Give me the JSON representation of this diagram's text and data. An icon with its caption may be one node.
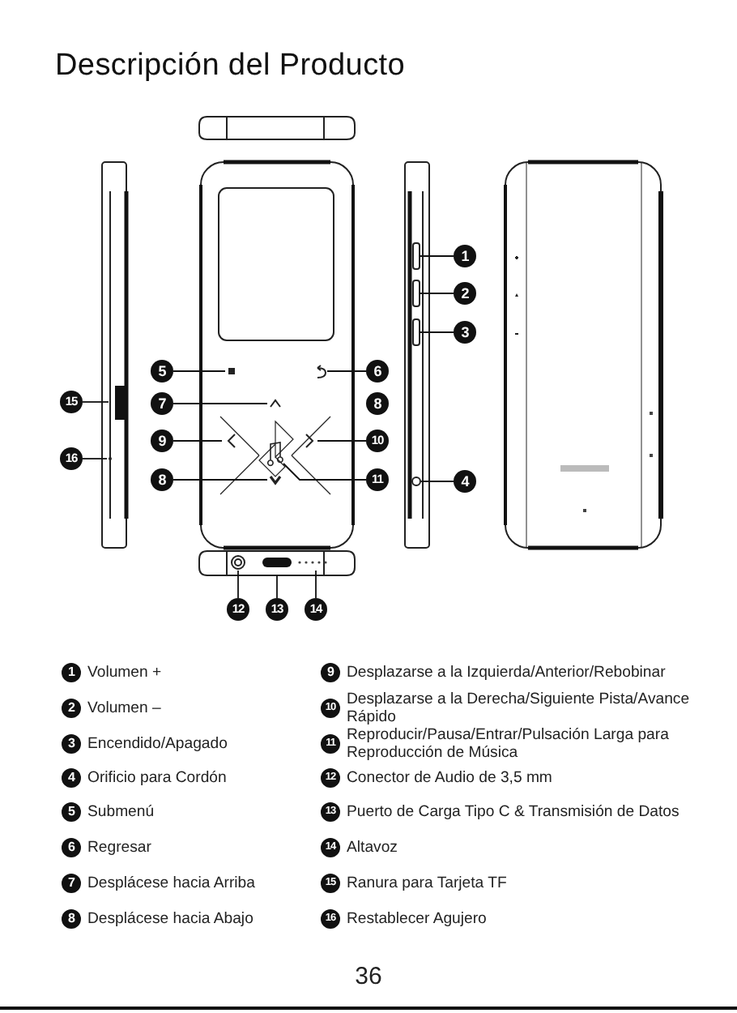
{
  "diagram": {
    "title": "Descripción del Producto",
    "nodes": [
      {
        "text": [
          "1"
        ]
      },
      {
        "text": [
          "2"
        ]
      },
      {
        "text": [
          "3"
        ]
      },
      {
        "text": [
          "4"
        ]
      },
      {
        "text": [
          "5"
        ]
      },
      {
        "text": [
          "6"
        ]
      },
      {
        "text": [
          "7"
        ]
      },
      {
        "text": [
          "8"
        ]
      },
      {
        "text": [
          "9"
        ]
      },
      {
        "text": [
          "10"
        ]
      },
      {
        "text": [
          "11"
        ]
      },
      {
        "text": [
          "12"
        ]
      },
      {
        "text": [
          "13"
        ]
      },
      {
        "text": [
          "14"
        ]
      },
      {
        "text": [
          "15"
        ]
      },
      {
        "text": [
          "16"
        ]
      },
      {
        "text": [
          "8"
        ]
      }
    ],
    "edges": [
      {
        "from": 0,
        "to": null,
        "arrow": "none"
      },
      {
        "from": 1,
        "to": null,
        "arrow": "none"
      },
      {
        "from": 2,
        "to": null,
        "arrow": "none"
      },
      {
        "from": 3,
        "to": null,
        "arrow": "none"
      },
      {
        "from": 4,
        "to": null,
        "arrow": "none"
      },
      {
        "from": 5,
        "to": null,
        "arrow": "none"
      },
      {
        "from": 6,
        "to": null,
        "arrow": "none"
      },
      {
        "from": 7,
        "to": null,
        "arrow": "none"
      },
      {
        "from": 8,
        "to": null,
        "arrow": "none"
      },
      {
        "from": 9,
        "to": null,
        "arrow": "none"
      },
      {
        "from": 10,
        "to": null,
        "arrow": "none"
      },
      {
        "from": 11,
        "to": null,
        "arrow": "none"
      },
      {
        "from": 12,
        "to": null,
        "arrow": "none"
      },
      {
        "from": 13,
        "to": null,
        "arrow": "none"
      },
      {
        "from": 14,
        "to": null,
        "arrow": "none"
      },
      {
        "from": 15,
        "to": null,
        "arrow": "none"
      }
    ],
    "labels": [
      "1",
      "Volumen +",
      "9",
      "Desplazarse a la Izquierda/Anterior/Rebobinar",
      "2",
      "Volumen –",
      "10",
      "Desplazarse a la Derecha/Siguiente Pista/Avance Rápido",
      "3",
      "Encendido/Apagado",
      "11",
      "Reproducir/Pausa/Entrar/Pulsación Larga para Reproducción de Música",
      "4",
      "Orificio para Cordón",
      "12",
      "Conector de Audio de 3,5 mm",
      "5",
      "Submenú",
      "13",
      "Puerto de Carga Tipo C & Transmisión de Datos",
      "6",
      "Regresar",
      "14",
      "Altavoz",
      "7",
      "Desplácese hacia Arriba",
      "15",
      "Ranura para Tarjeta TF",
      "8",
      "Desplácese hacia Abajo",
      "16",
      "Restablecer Agujero",
      "36"
    ]
  }
}
